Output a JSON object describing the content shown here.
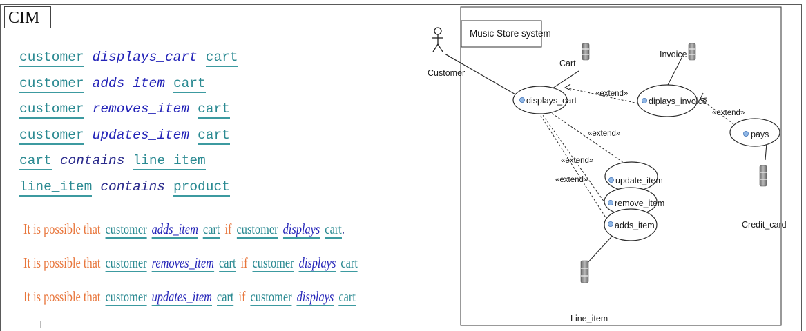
{
  "cim": {
    "label": "CIM",
    "rules": [
      {
        "subject": "customer",
        "verb": "displays_cart",
        "object": "cart"
      },
      {
        "subject": "customer",
        "verb": "adds_item",
        "object": "cart"
      },
      {
        "subject": "customer",
        "verb": "removes_item",
        "object": "cart"
      },
      {
        "subject": "customer",
        "verb": "updates_item",
        "object": "cart"
      },
      {
        "subject": "cart",
        "verb": "contains",
        "object": "line_item"
      },
      {
        "subject": "line_item",
        "verb": "contains",
        "object": "product"
      }
    ],
    "sentences": [
      {
        "lead": "It is possible that",
        "s1": "customer",
        "v1": "adds_item",
        "o1": "cart",
        "cond": "if",
        "s2": "customer",
        "v2": "displays",
        "o2": "cart",
        "end": "."
      },
      {
        "lead": "It is possible that",
        "s1": "customer",
        "v1": "removes_item",
        "o1": "cart",
        "cond": "if",
        "s2": "customer",
        "v2": "displays",
        "o2": "cart",
        "end": ""
      },
      {
        "lead": "It is possible that",
        "s1": "customer",
        "v1": "updates_item",
        "o1": "cart",
        "cond": "if",
        "s2": "customer",
        "v2": "displays",
        "o2": "cart",
        "end": ""
      }
    ]
  },
  "diagram": {
    "system_title": "Music Store system",
    "actor": "Customer",
    "use_cases": {
      "displays_cart": "displays_cart",
      "diplays_invoice": "diplays_invoice",
      "pays": "pays",
      "update_item": "update_item",
      "remove_item": "remove_item",
      "adds_item": "adds_item"
    },
    "entities": {
      "cart": "Cart",
      "invoice": "Invoice",
      "credit_card": "Credit_card",
      "line_item": "Line_item"
    },
    "extend_label": "«extend»",
    "colors": {
      "line": "#2b2b2b",
      "db_fill": "#8e8e8e",
      "db_band": "#e6e6e6",
      "uc_dot": "#8fb7e6"
    }
  }
}
